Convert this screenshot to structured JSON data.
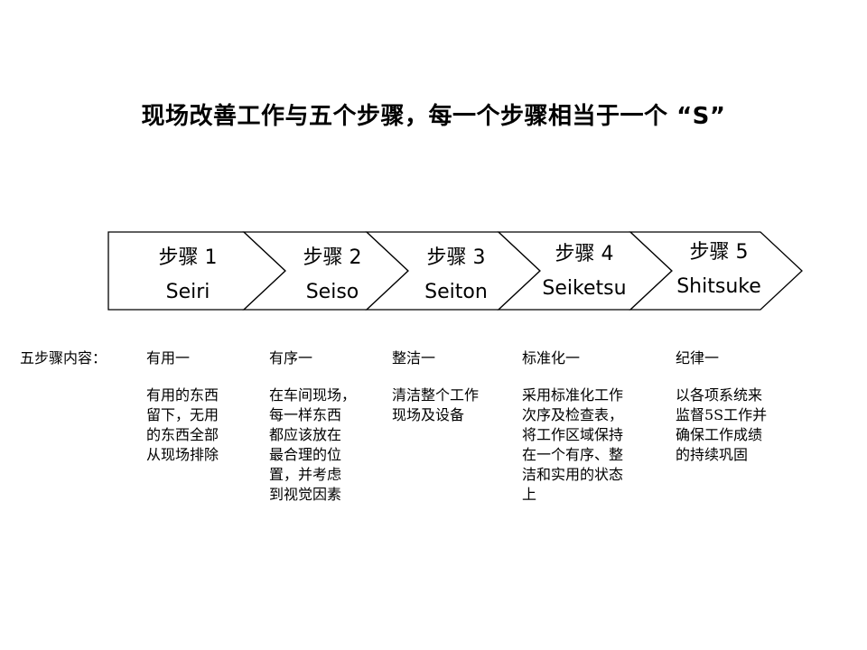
{
  "title": "现场改善工作与五个步骤，每一个步骤相当于一个 “S”",
  "row_label": "五步骤内容：",
  "steps": [
    {
      "label": "步骤 1",
      "name": "Seiri"
    },
    {
      "label": "步骤 2",
      "name": "Seiso"
    },
    {
      "label": "步骤 3",
      "name": "Seiton"
    },
    {
      "label": "步骤 4",
      "name": "Seiketsu"
    },
    {
      "label": "步骤 5",
      "name": "Shitsuke"
    }
  ],
  "contents": [
    {
      "heading": "有用一",
      "lines": [
        "有用的东西",
        "留下，无用",
        "的东西全部",
        "从现场排除"
      ]
    },
    {
      "heading": "有序一",
      "lines": [
        "在车间现场，",
        "每一样东西",
        "都应该放在",
        "最合理的位",
        "置，并考虑",
        "到视觉因素"
      ]
    },
    {
      "heading": "整洁一",
      "lines": [
        "清洁整个工作",
        "现场及设备"
      ]
    },
    {
      "heading": "标准化一",
      "lines": [
        "采用标准化工作",
        "次序及检查表，",
        "将工作区域保持",
        "在一个有序、整",
        "洁和实用的状态",
        "上"
      ]
    },
    {
      "heading": "纪律一",
      "lines": [
        "以各项系统来",
        "监督5S工作并",
        "确保工作成绩",
        "的持续巩固"
      ]
    }
  ]
}
